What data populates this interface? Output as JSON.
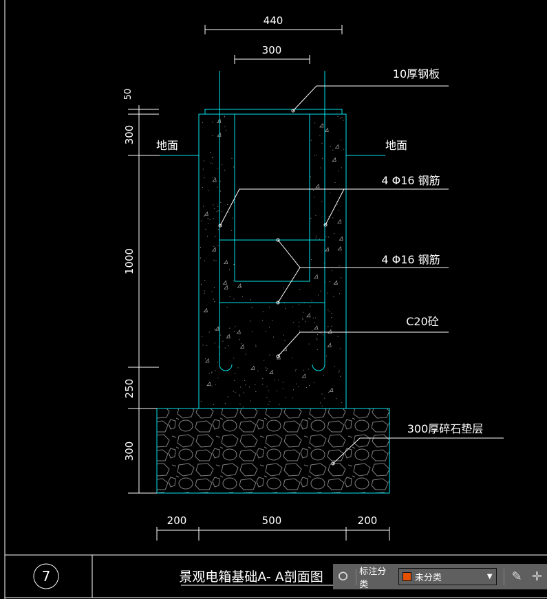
{
  "drawing": {
    "dimensions": {
      "top_outer": "440",
      "top_inner": "300",
      "left_plate": "50",
      "left_upper": "300",
      "left_main": "1000",
      "left_base": "250",
      "left_gravel": "300",
      "bottom_left": "200",
      "bottom_mid": "500",
      "bottom_right": "200"
    },
    "labels": {
      "steel_plate": "10厚钢板",
      "ground_left": "地面",
      "ground_right": "地面",
      "rebar_1": "4 Φ16 钢筋",
      "rebar_2": "4 Φ16 钢筋",
      "concrete": "C20砼",
      "gravel": "300厚碎石垫层"
    },
    "title_block": {
      "number": "7",
      "title": "景观电箱基础A- A剖面图"
    },
    "colors": {
      "outline": "#00e5ee",
      "line": "#ffffff",
      "hatch": "#808080"
    }
  },
  "toolbar": {
    "label": "标注分类",
    "selected": "未分类",
    "swatch_color": "#e65100"
  }
}
